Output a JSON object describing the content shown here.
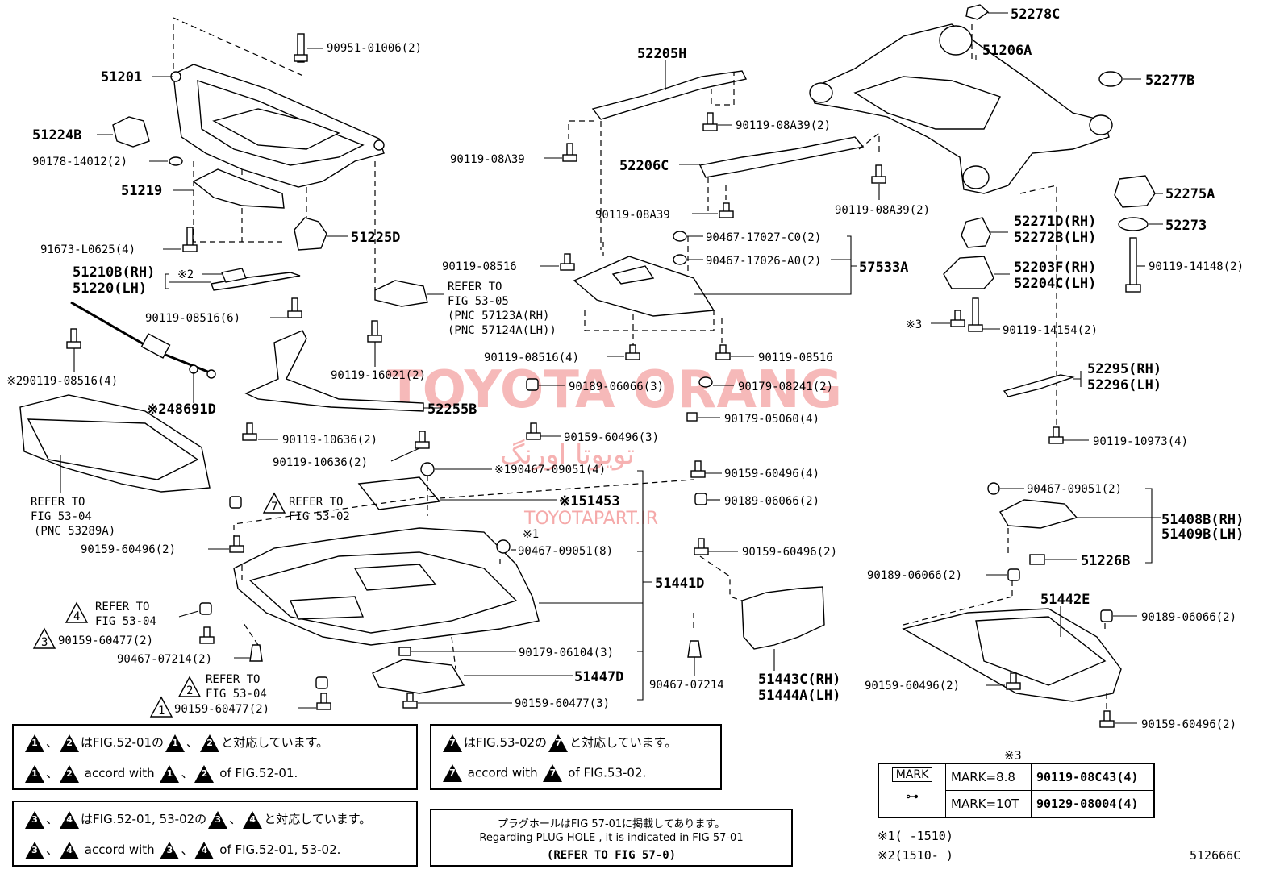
{
  "watermark": {
    "text": "TOYOTA ORANG",
    "arabic": "تویوتا اورنگ",
    "url": "TOYOTAPART.IR"
  },
  "labels": {
    "p51201": "51201",
    "p90951": "90951-01006(2)",
    "p51224B": "51224B",
    "p90178": "90178-14012(2)",
    "p51219": "51219",
    "p91673": "91673-L0625(4)",
    "p51225D": "51225D",
    "p51210B": "51210B(RH)",
    "p51220": "51220(LH)",
    "mark2a": "※2",
    "p90119_08516_6": "90119-08516(6)",
    "p90119_08516_4_left": "※290119-08516(4)",
    "p48691D": "※248691D",
    "refer_5305_a": "REFER TO",
    "refer_5305_b": "FIG 53-05",
    "refer_5305_c": "(PNC 57123A(RH)",
    "refer_5305_d": "(PNC 57124A(LH))",
    "p90119_16021": "90119-16021(2)",
    "p52255B": "52255B",
    "p90119_10636_a": "90119-10636(2)",
    "p90119_10636_b": "90119-10636(2)",
    "refer_5304_a": "REFER TO",
    "refer_5304_b": "FIG 53-04",
    "refer_5304_c": "(PNC 53289A)",
    "refer_5302_a": "REFER TO",
    "refer_5302_b": "FIG 53-02",
    "p90159_60496_left": "90159-60496(2)",
    "refer_5304_4a": "REFER TO",
    "refer_5304_4b": "FIG 53-04",
    "p90159_60477_3": "90159-60477(2)",
    "p90467_07214_left": "90467-07214(2)",
    "refer_5304_2a": "REFER TO",
    "refer_5304_2b": "FIG 53-04",
    "p90159_60477_1": "90159-60477(2)",
    "p52205H": "52205H",
    "p90119_08A39_r1": "90119-08A39(2)",
    "p90119_08A39_l1": "90119-08A39",
    "p52206C": "52206C",
    "p90119_08A39_r2": "90119-08A39(2)",
    "p90119_08A39_l2": "90119-08A39",
    "p90467_17027": "90467-17027-C0(2)",
    "p90467_17026": "90467-17026-A0(2)",
    "p57533A": "57533A",
    "p90119_08516_mid": "90119-08516",
    "p90119_08516_4": "90119-08516(4)",
    "p90119_08516_r": "90119-08516",
    "p90189_06066_a": "90189-06066(3)",
    "p90179_08241": "90179-08241(2)",
    "p90179_05060": "90179-05060(4)",
    "p90159_60496_3": "90159-60496(3)",
    "p90467_09051_4": "※190467-09051(4)",
    "p90159_60496_4": "90159-60496(4)",
    "p51453": "※151453",
    "p90189_06066_2": "90189-06066(2)",
    "mark1": "※1",
    "p90467_09051_8": "90467-09051(8)",
    "p90159_60496_2m": "90159-60496(2)",
    "p51441D": "51441D",
    "p90179_06104": "90179-06104(3)",
    "p51447D": "51447D",
    "p90467_07214_mid": "90467-07214",
    "p90159_60477_mid": "90159-60477(3)",
    "p51443C": "51443C(RH)",
    "p51444A": "51444A(LH)",
    "p52278C": "52278C",
    "p51206A": "51206A",
    "p52277B": "52277B",
    "p52275A": "52275A",
    "p52271D": "52271D(RH)",
    "p52272B": "52272B(LH)",
    "p52273": "52273",
    "p52203F": "52203F(RH)",
    "p52204C": "52204C(LH)",
    "p90119_14148": "90119-14148(2)",
    "mark3": "※3",
    "p90119_14154": "90119-14154(2)",
    "p52295": "52295(RH)",
    "p52296": "52296(LH)",
    "p90119_10973": "90119-10973(4)",
    "p90467_09051_2": "90467-09051(2)",
    "p51408B": "51408B(RH)",
    "p51409B": "51409B(LH)",
    "p51226B": "51226B",
    "p90189_06066_2r": "90189-06066(2)",
    "p51442E": "51442E",
    "p90189_06066_2rr": "90189-06066(2)",
    "p90159_60496_2r": "90159-60496(2)",
    "p90159_60496_2rr": "90159-60496(2)"
  },
  "tri_nums": {
    "t7": "7",
    "t4": "4",
    "t3": "3",
    "t2": "2",
    "t1": "1"
  },
  "notes": {
    "box1_line1_text": "はFIG.52-01の",
    "box1_line1_end": "と対応しています。",
    "box1_line2_text": "accord with",
    "box1_line2_end": "of FIG.52-01.",
    "box2_line1_text": "はFIG.53-02の",
    "box2_line1_end": "と対応しています。",
    "box2_line2_text": "accord with",
    "box2_line2_end": "of FIG.53-02.",
    "box3_line1_text": "はFIG.52-01, 53-02の",
    "box3_line1_end": "と対応しています。",
    "box3_line2_text": "accord with",
    "box3_line2_end": "of FIG.52-01, 53-02.",
    "sep": "、",
    "box4_line1": "プラグホールはFIG 57-01に掲載してあります。",
    "box4_line2": "Regarding PLUG HOLE , it is indicated in FIG 57-01",
    "box4_line3": "(REFER TO FIG 57-0)"
  },
  "mark_table": {
    "title": "※3",
    "header": "MARK",
    "row1_mark": "MARK=8.8",
    "row1_part": "90119-08C43(4)",
    "row2_mark": "MARK=10T",
    "row2_part": "90129-08004(4)"
  },
  "footnotes": {
    "f1": "※1(    -1510)",
    "f2": "※2(1510-     )",
    "code": "512666C"
  }
}
